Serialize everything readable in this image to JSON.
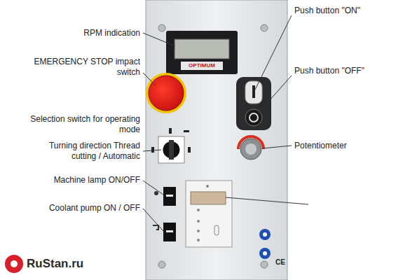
{
  "diagram": {
    "labels": [
      "RPM indication",
      "EMERGENCY STOP impact switch",
      "Selection switch for operating mode",
      "Turning direction Thread cutting / Automatic",
      "Machine lamp ON/OFF",
      "Coolant pump ON / OFF",
      "Push button \"ON\"",
      "Push button \"OFF\"",
      "Potentiometer",
      "OPTIMUM",
      "CE",
      "RuStan.ru"
    ]
  }
}
